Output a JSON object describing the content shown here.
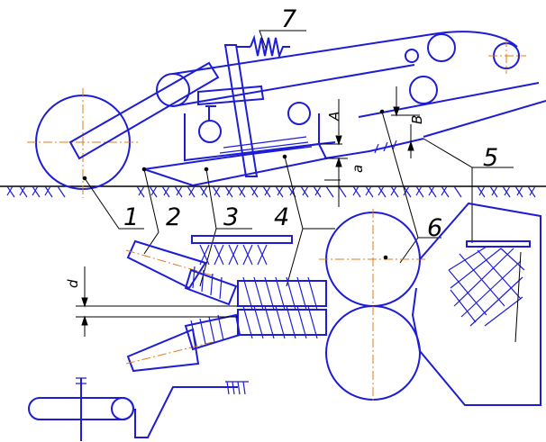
{
  "colors": {
    "outline": "#1d1dd6",
    "leader": "#000000",
    "axis": "#e07b1a",
    "background": "#ffffff"
  },
  "labels": {
    "n1": "1",
    "n2": "2",
    "n3": "3",
    "n4": "4",
    "n5": "5",
    "n6": "6",
    "n7": "7",
    "dim_a_upper": "A",
    "dim_a_lower": "a",
    "dim_b": "B",
    "dim_d": "d"
  }
}
